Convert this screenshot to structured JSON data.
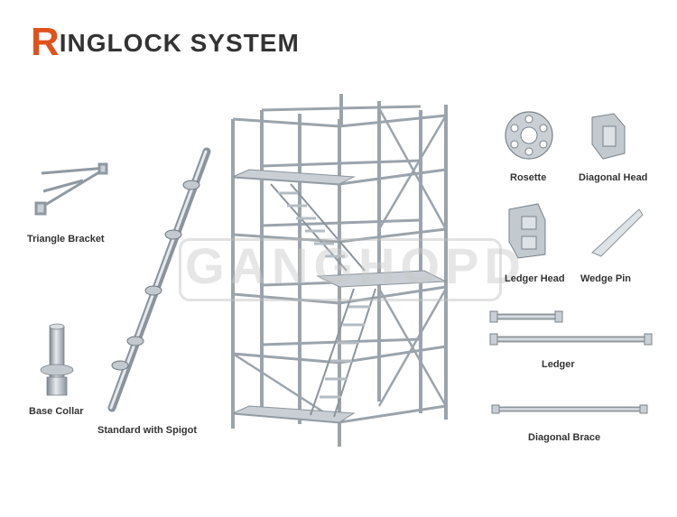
{
  "title": {
    "first_letter": "R",
    "rest": "INGLOCK SYSTEM"
  },
  "watermark": "GANGHOPD",
  "parts": {
    "triangle_bracket": "Triangle Bracket",
    "base_collar": "Base Collar",
    "standard_with_spigot": "Standard with Spigot",
    "rosette": "Rosette",
    "diagonal_head": "Diagonal Head",
    "ledger_head": "Ledger Head",
    "wedge_pin": "Wedge Pin",
    "ledger": "Ledger",
    "diagonal_brace": "Diagonal Brace"
  },
  "colors": {
    "accent": "#e0521c",
    "title": "#333333",
    "steel": "#a9b2ba"
  }
}
